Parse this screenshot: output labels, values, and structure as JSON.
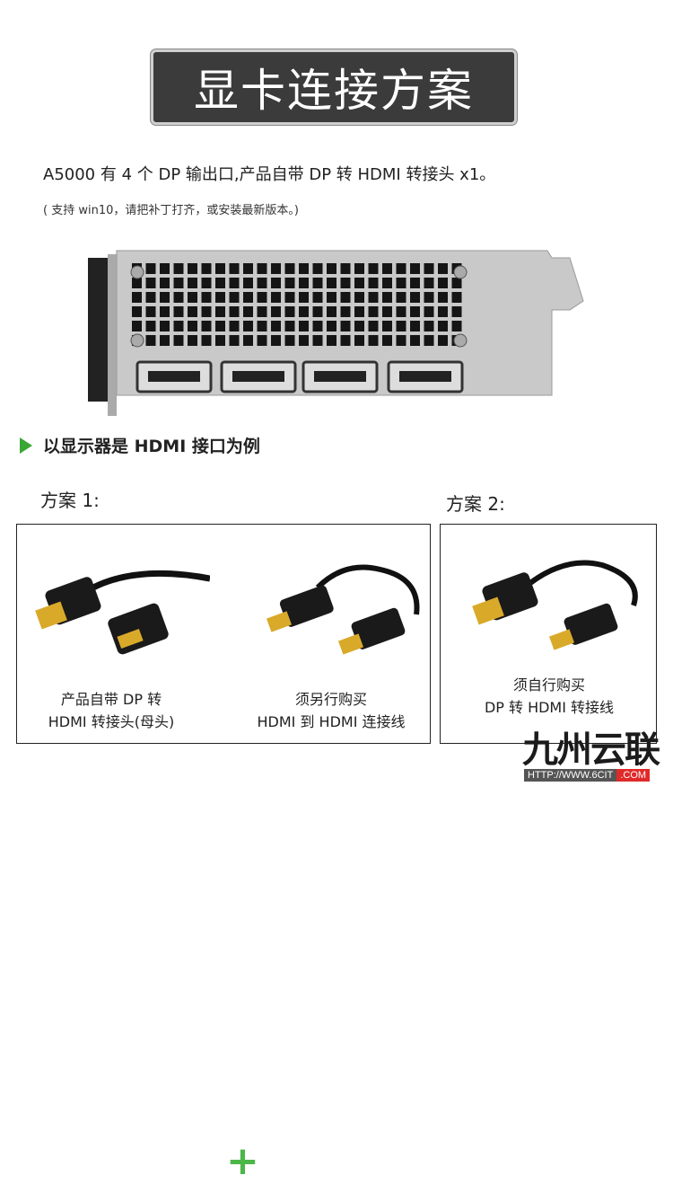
{
  "title": "显卡连接方案",
  "intro": "A5000 有 4 个 DP 输出口,产品自带 DP 转 HDMI 转接头 x1。",
  "note": "( 支持 win10，请把补丁打齐，或安装最新版本。)",
  "example_heading": "以显示器是 HDMI 接口为例",
  "plans": [
    {
      "label": "方案 1:",
      "items": [
        {
          "line1": "产品自带 DP 转",
          "line2": "HDMI 转接头(母头)"
        },
        {
          "line1": "须另行购买",
          "line2": "HDMI 到 HDMI 连接线"
        }
      ]
    },
    {
      "label": "方案 2:",
      "items": [
        {
          "line1": "须自行购买",
          "line2": "DP 转 HDMI 转接线"
        }
      ]
    }
  ],
  "plus": "+",
  "watermark": {
    "name": "九州云联",
    "url": "HTTP://WWW.6CIT",
    "tld": ".COM"
  },
  "colors": {
    "accent": "#3aa635",
    "title_bg": "#3b3b3b",
    "wm_red": "#e02a2a"
  }
}
